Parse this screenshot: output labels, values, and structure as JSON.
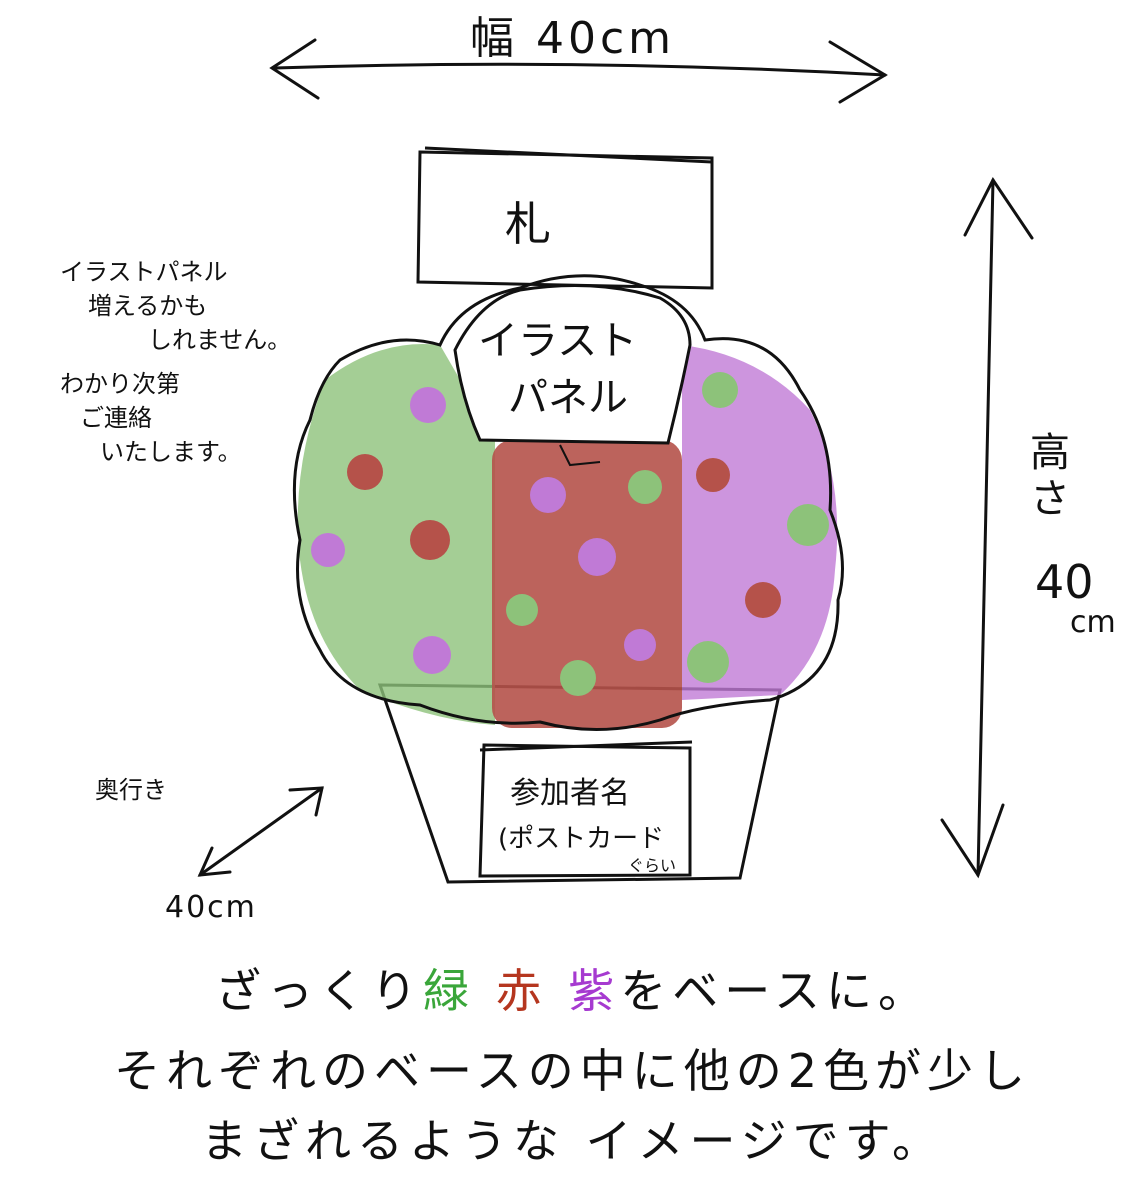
{
  "dimensions": {
    "width": "幅 40cm",
    "height_kanji": "高さ",
    "height_value": "40",
    "height_unit": "cm",
    "depth_label": "奥行き",
    "depth_value": "40cm"
  },
  "sign": {
    "label": "札"
  },
  "illustration_panel": {
    "line1": "イラスト",
    "line2": "パネル"
  },
  "side_note": {
    "lines": [
      "イラストパネル",
      "増えるかも",
      "しれません。",
      "わかり次第",
      "ご連絡",
      "いたします。"
    ]
  },
  "base_box": {
    "participants": "参加者名",
    "postcard": "(ポストカード",
    "postcard_sub": "ぐらい"
  },
  "caption": {
    "line1": {
      "prefix": "ざっくり",
      "green": "緑",
      "red": "赤",
      "purple": "紫",
      "suffix": "をベースに。"
    },
    "line2": "それぞれのベースの中に他の2色が少し",
    "line3": "まざれるような イメージです。"
  },
  "colors": {
    "green": "#8dc27a",
    "red": "#b5524a",
    "purple": "#c07ad6",
    "caption_green": "#3aa63a",
    "caption_red": "#b5361f",
    "caption_purple": "#a63ad0"
  }
}
